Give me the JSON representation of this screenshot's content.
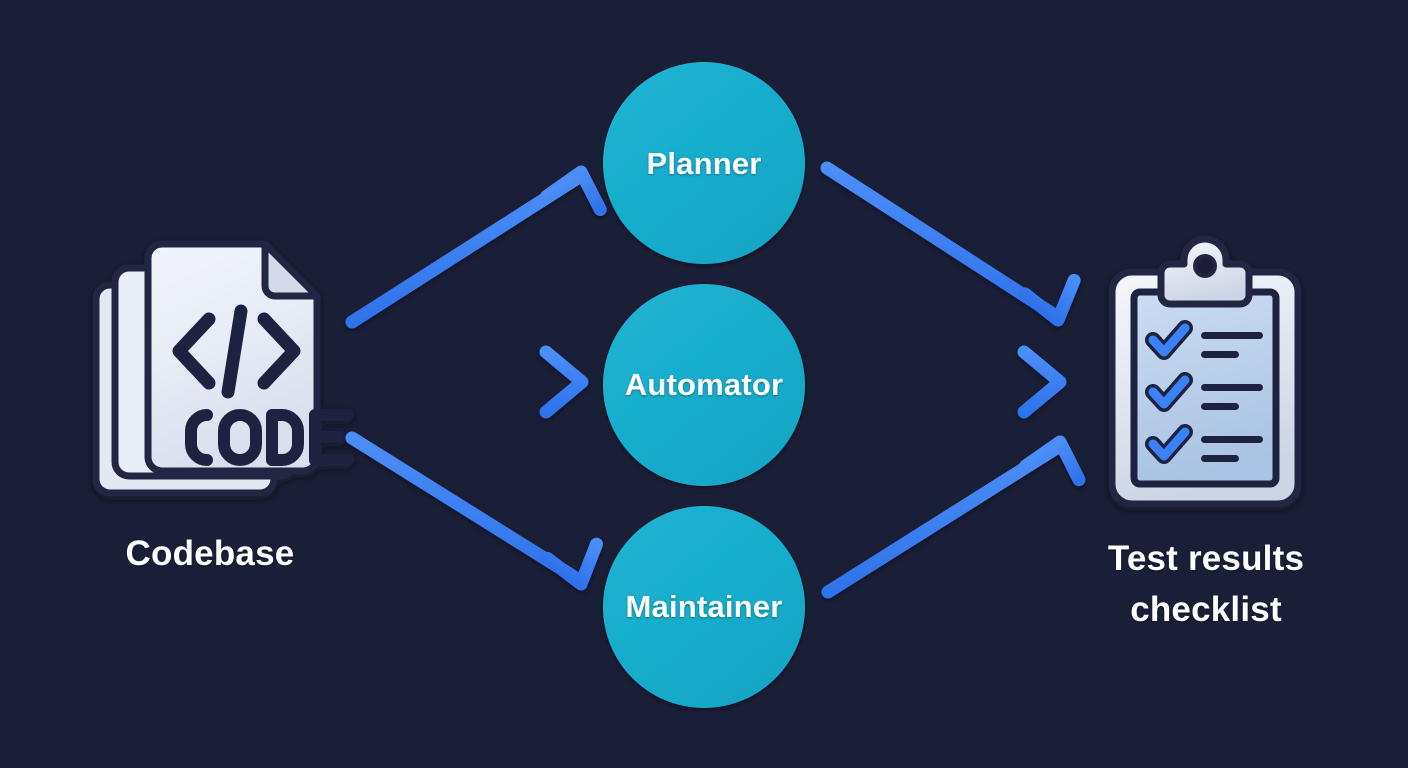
{
  "diagram": {
    "type": "flow-diagram",
    "background_color": "#1a1f38",
    "source": {
      "label": "Codebase",
      "icon": "code-files-icon",
      "icon_text": "CODE",
      "icon_symbol": "</>"
    },
    "agents": [
      {
        "label": "Planner",
        "shape": "circle",
        "color": "#19afce"
      },
      {
        "label": "Automator",
        "shape": "circle",
        "color": "#19afce"
      },
      {
        "label": "Maintainer",
        "shape": "circle",
        "color": "#19afce"
      }
    ],
    "target": {
      "label_line1": "Test results",
      "label_line2": "checklist",
      "icon": "clipboard-checklist-icon",
      "checklist_rows": 3
    },
    "arrows": {
      "color": "#3b82f6",
      "count": 6,
      "from_source_to_agents": [
        "Planner",
        "Automator",
        "Maintainer"
      ],
      "from_agents_to_target": [
        "Planner",
        "Automator",
        "Maintainer"
      ]
    },
    "colors": {
      "background": "#1a1f38",
      "accent_teal": "#19afce",
      "accent_blue": "#3b82f6",
      "paper_white": "#e8ecf6",
      "ink_navy": "#1e243f",
      "clipboard_page": "#bcd0ec",
      "text_white": "#ffffff"
    }
  }
}
